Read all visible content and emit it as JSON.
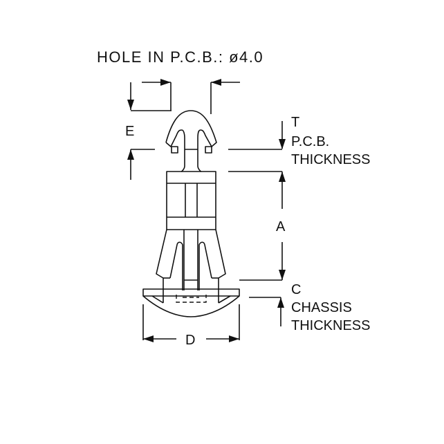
{
  "diagram": {
    "title": "HOLE IN P.C.B.: ø4.0",
    "part": "PCB support / locking standoff (side view)",
    "dimensions": {
      "E": {
        "label": "E"
      },
      "T": {
        "label": "T",
        "description_line1": "P.C.B.",
        "description_line2": "THICKNESS"
      },
      "A": {
        "label": "A"
      },
      "C": {
        "label": "C",
        "description_line1": "CHASSIS",
        "description_line2": "THICKNESS"
      },
      "D": {
        "label": "D"
      }
    },
    "colors": {
      "line": "#111111",
      "background": "#ffffff"
    }
  }
}
